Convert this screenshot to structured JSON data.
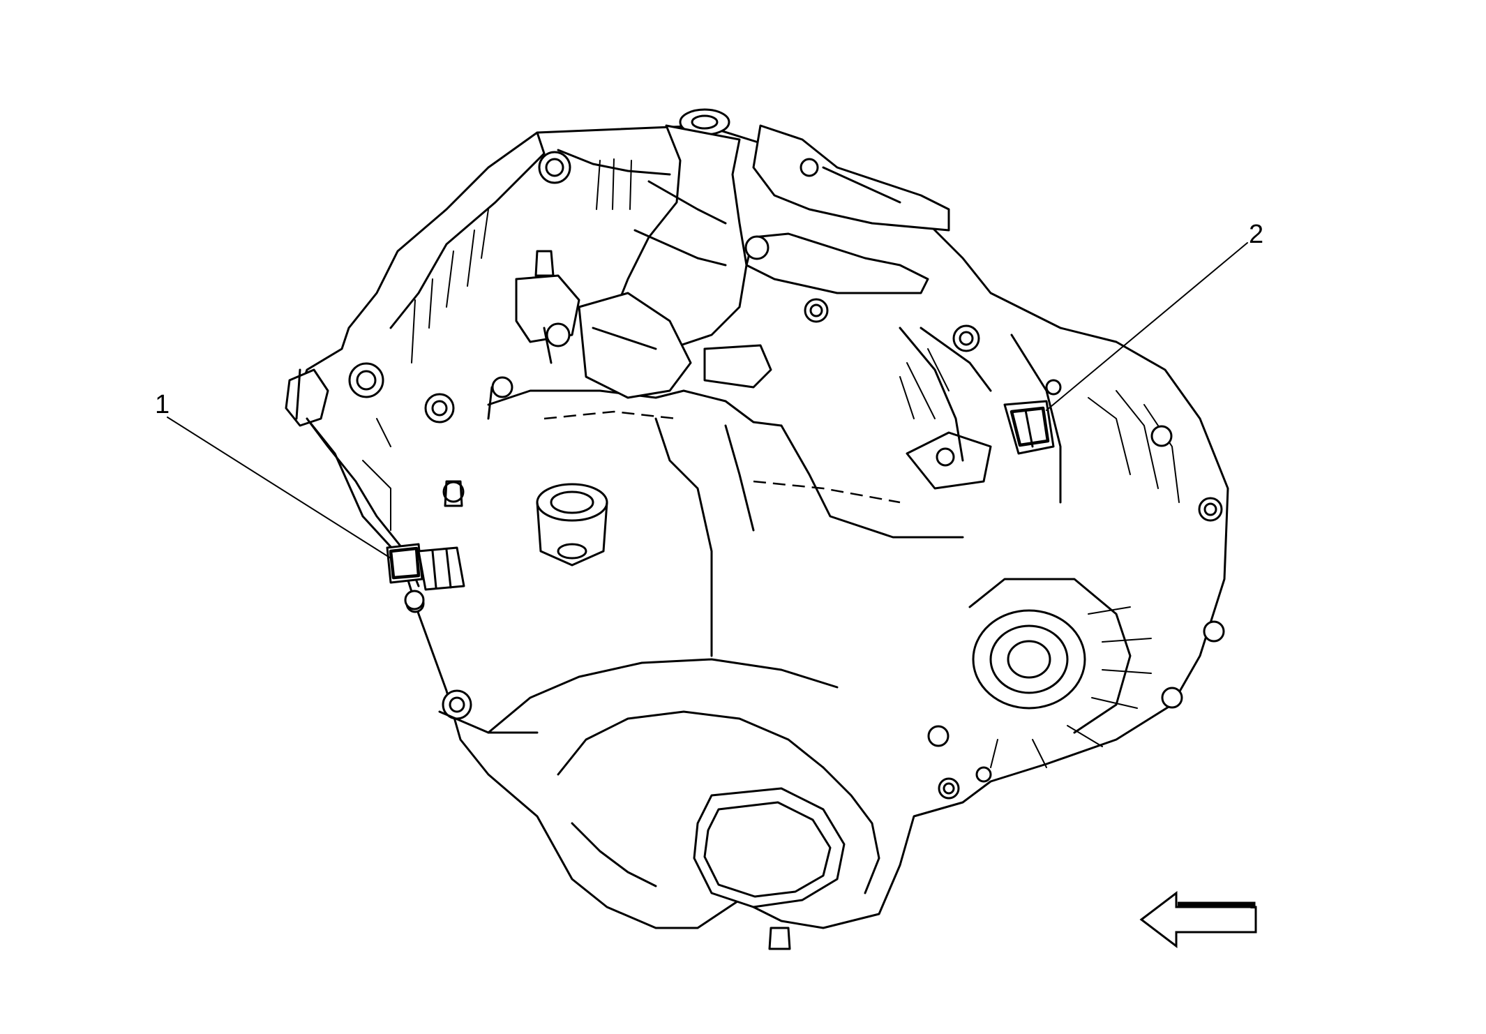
{
  "callouts": [
    {
      "id": "1",
      "label": "1"
    },
    {
      "id": "2",
      "label": "2"
    }
  ],
  "icons": {
    "direction_arrow": "left-arrow-icon"
  },
  "colors": {
    "line": "#000000",
    "background": "#ffffff"
  }
}
